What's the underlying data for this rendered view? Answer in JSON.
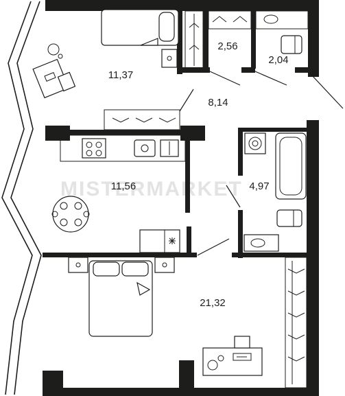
{
  "watermark": "MISTERMARKET",
  "rooms": [
    {
      "id": "room-top-left",
      "area": "11,37"
    },
    {
      "id": "wardrobe-top",
      "area": "2,56"
    },
    {
      "id": "toilet-top",
      "area": "2,04"
    },
    {
      "id": "hallway",
      "area": "8,14"
    },
    {
      "id": "kitchen",
      "area": "11,56"
    },
    {
      "id": "bathroom",
      "area": "4,97"
    },
    {
      "id": "bedroom",
      "area": "21,32"
    }
  ]
}
